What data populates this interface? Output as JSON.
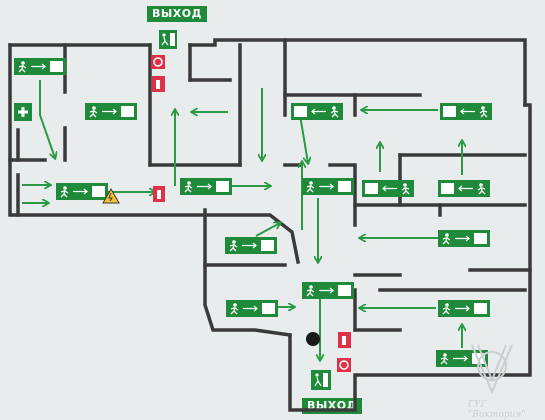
{
  "exits": {
    "top_label": "ВЫХОД",
    "bottom_label": "ВЫХОД"
  },
  "watermark": {
    "text": "ГУГ \"Виктория\""
  },
  "colors": {
    "wall": "#3a3a3a",
    "sign_green": "#1f8a3a",
    "arrow_green": "#2b9a46",
    "fire_red": "#e0304a",
    "warning_yellow": "#f2c230",
    "background": "#e9ecec"
  },
  "icons": {
    "evac_sign": "running-man-exit-sign",
    "fire_equipment": "fire-extinguisher-sign",
    "first_aid": "first-aid-cross",
    "electrical_hazard": "high-voltage-warning",
    "you_are_here": "current-location-dot"
  }
}
